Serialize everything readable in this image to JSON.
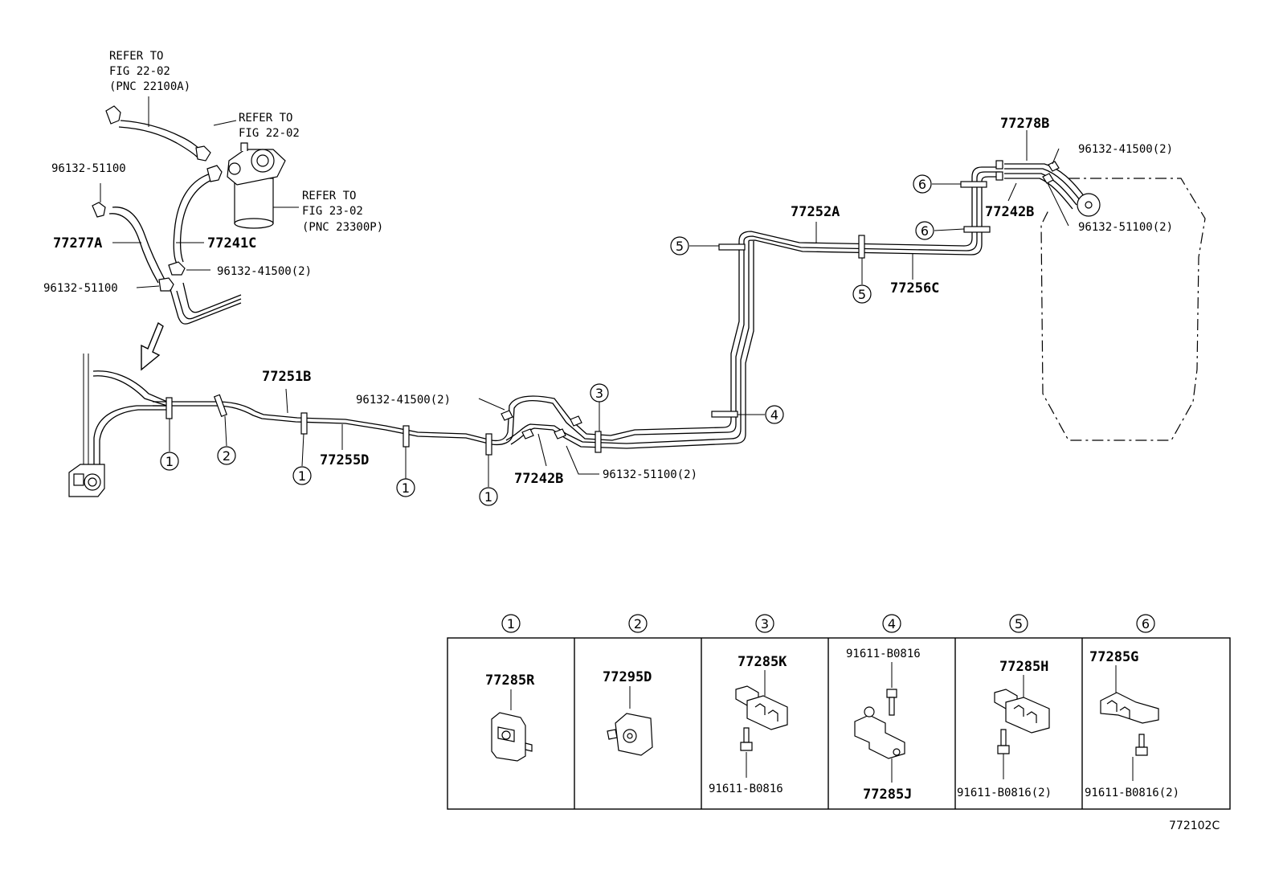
{
  "refs": {
    "ref1": [
      "REFER TO",
      "FIG 22-02",
      "(PNC 22100A)"
    ],
    "ref2": [
      "REFER TO",
      "FIG 22-02"
    ],
    "ref3": [
      "REFER TO",
      "FIG 23-02",
      "(PNC 23300P)"
    ]
  },
  "labels": {
    "p96132_51100_a": "96132-51100",
    "p77277A": "77277A",
    "p77241C": "77241C",
    "p96132_41500_a": "96132-41500(2)",
    "p96132_51100_b": "96132-51100",
    "p77251B": "77251B",
    "p77255D": "77255D",
    "p96132_41500_b": "96132-41500(2)",
    "p77242B_a": "77242B",
    "p96132_51100_c": "96132-51100(2)",
    "p77252A": "77252A",
    "p77256C": "77256C",
    "p77278B": "77278B",
    "p96132_41500_c": "96132-41500(2)",
    "p77242B_b": "77242B",
    "p96132_51100_d": "96132-51100(2)"
  },
  "callouts": {
    "c1": "1",
    "c2": "2",
    "c3": "3",
    "c4": "4",
    "c5": "5",
    "c6": "6"
  },
  "legend": {
    "headers": [
      "1",
      "2",
      "3",
      "4",
      "5",
      "6"
    ],
    "cells": [
      {
        "part": "77285R",
        "bolt": ""
      },
      {
        "part": "77295D",
        "bolt": ""
      },
      {
        "part": "77285K",
        "bolt": "91611-B0816"
      },
      {
        "part": "77285J",
        "bolt": "91611-B0816"
      },
      {
        "part": "77285H",
        "bolt": "91611-B0816(2)"
      },
      {
        "part": "77285G",
        "bolt": "91611-B0816(2)"
      }
    ]
  },
  "figure_code": "772102C"
}
